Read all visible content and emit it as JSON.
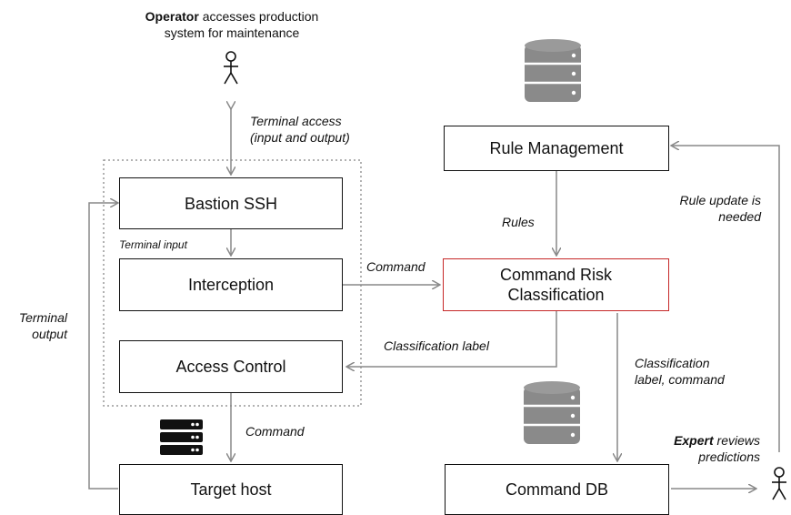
{
  "operator": {
    "role": "Operator",
    "line1": "accesses production",
    "line2": "system for maintenance"
  },
  "expert": {
    "role": "Expert",
    "line1": "reviews",
    "line2": "predictions"
  },
  "boxes": {
    "bastion": "Bastion SSH",
    "interception": "Interception",
    "access_control": "Access Control",
    "target": "Target host",
    "rule_mgmt": "Rule Management",
    "risk_line1": "Command Risk",
    "risk_line2": "Classification",
    "command_db": "Command DB"
  },
  "edge_labels": {
    "terminal_access_1": "Terminal access",
    "terminal_access_2": "(input and output)",
    "terminal_input": "Terminal input",
    "command_1": "Command",
    "command_2": "Command",
    "rules": "Rules",
    "rule_update_1": "Rule update is",
    "rule_update_2": "needed",
    "classification_label": "Classification label",
    "class_cmd_1": "Classification",
    "class_cmd_2": "label, command",
    "terminal_output_1": "Terminal",
    "terminal_output_2": "output"
  },
  "colors": {
    "line": "#888888",
    "box_border": "#111111",
    "highlight_border": "#c62828",
    "database": "#8a8a8a",
    "server": "#111111"
  },
  "icons": [
    "person-icon",
    "database-icon",
    "server-icon"
  ]
}
